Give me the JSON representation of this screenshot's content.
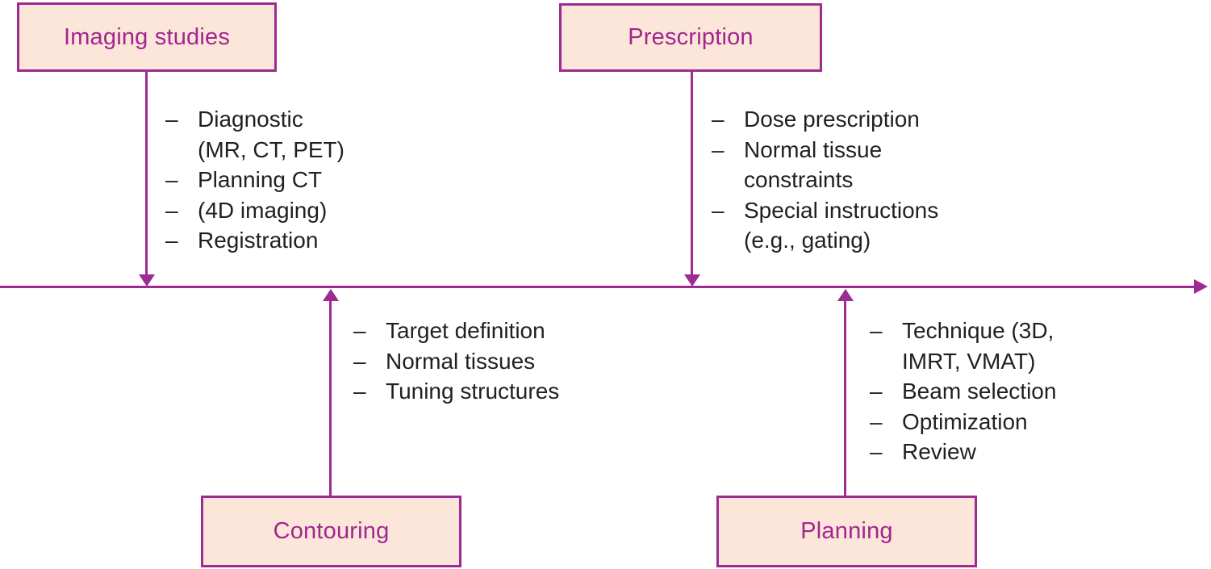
{
  "bullet_glyph": "–",
  "colors": {
    "accent": "#9c2b92",
    "box_fill": "#fce5d9",
    "box_text": "#a1268f",
    "list_text": "#231f20"
  },
  "stages": [
    {
      "label": "Imaging studies",
      "items": [
        "Diagnostic\n(MR, CT, PET)",
        "Planning CT",
        "(4D imaging)",
        "Registration"
      ]
    },
    {
      "label": "Prescription",
      "items": [
        "Dose prescription",
        "Normal tissue\nconstraints",
        "Special instructions\n(e.g., gating)"
      ]
    },
    {
      "label": "Contouring",
      "items": [
        "Target definition",
        "Normal tissues",
        "Tuning structures"
      ]
    },
    {
      "label": "Planning",
      "items": [
        "Technique (3D,\nIMRT, VMAT)",
        "Beam selection",
        "Optimization",
        "Review"
      ]
    }
  ]
}
